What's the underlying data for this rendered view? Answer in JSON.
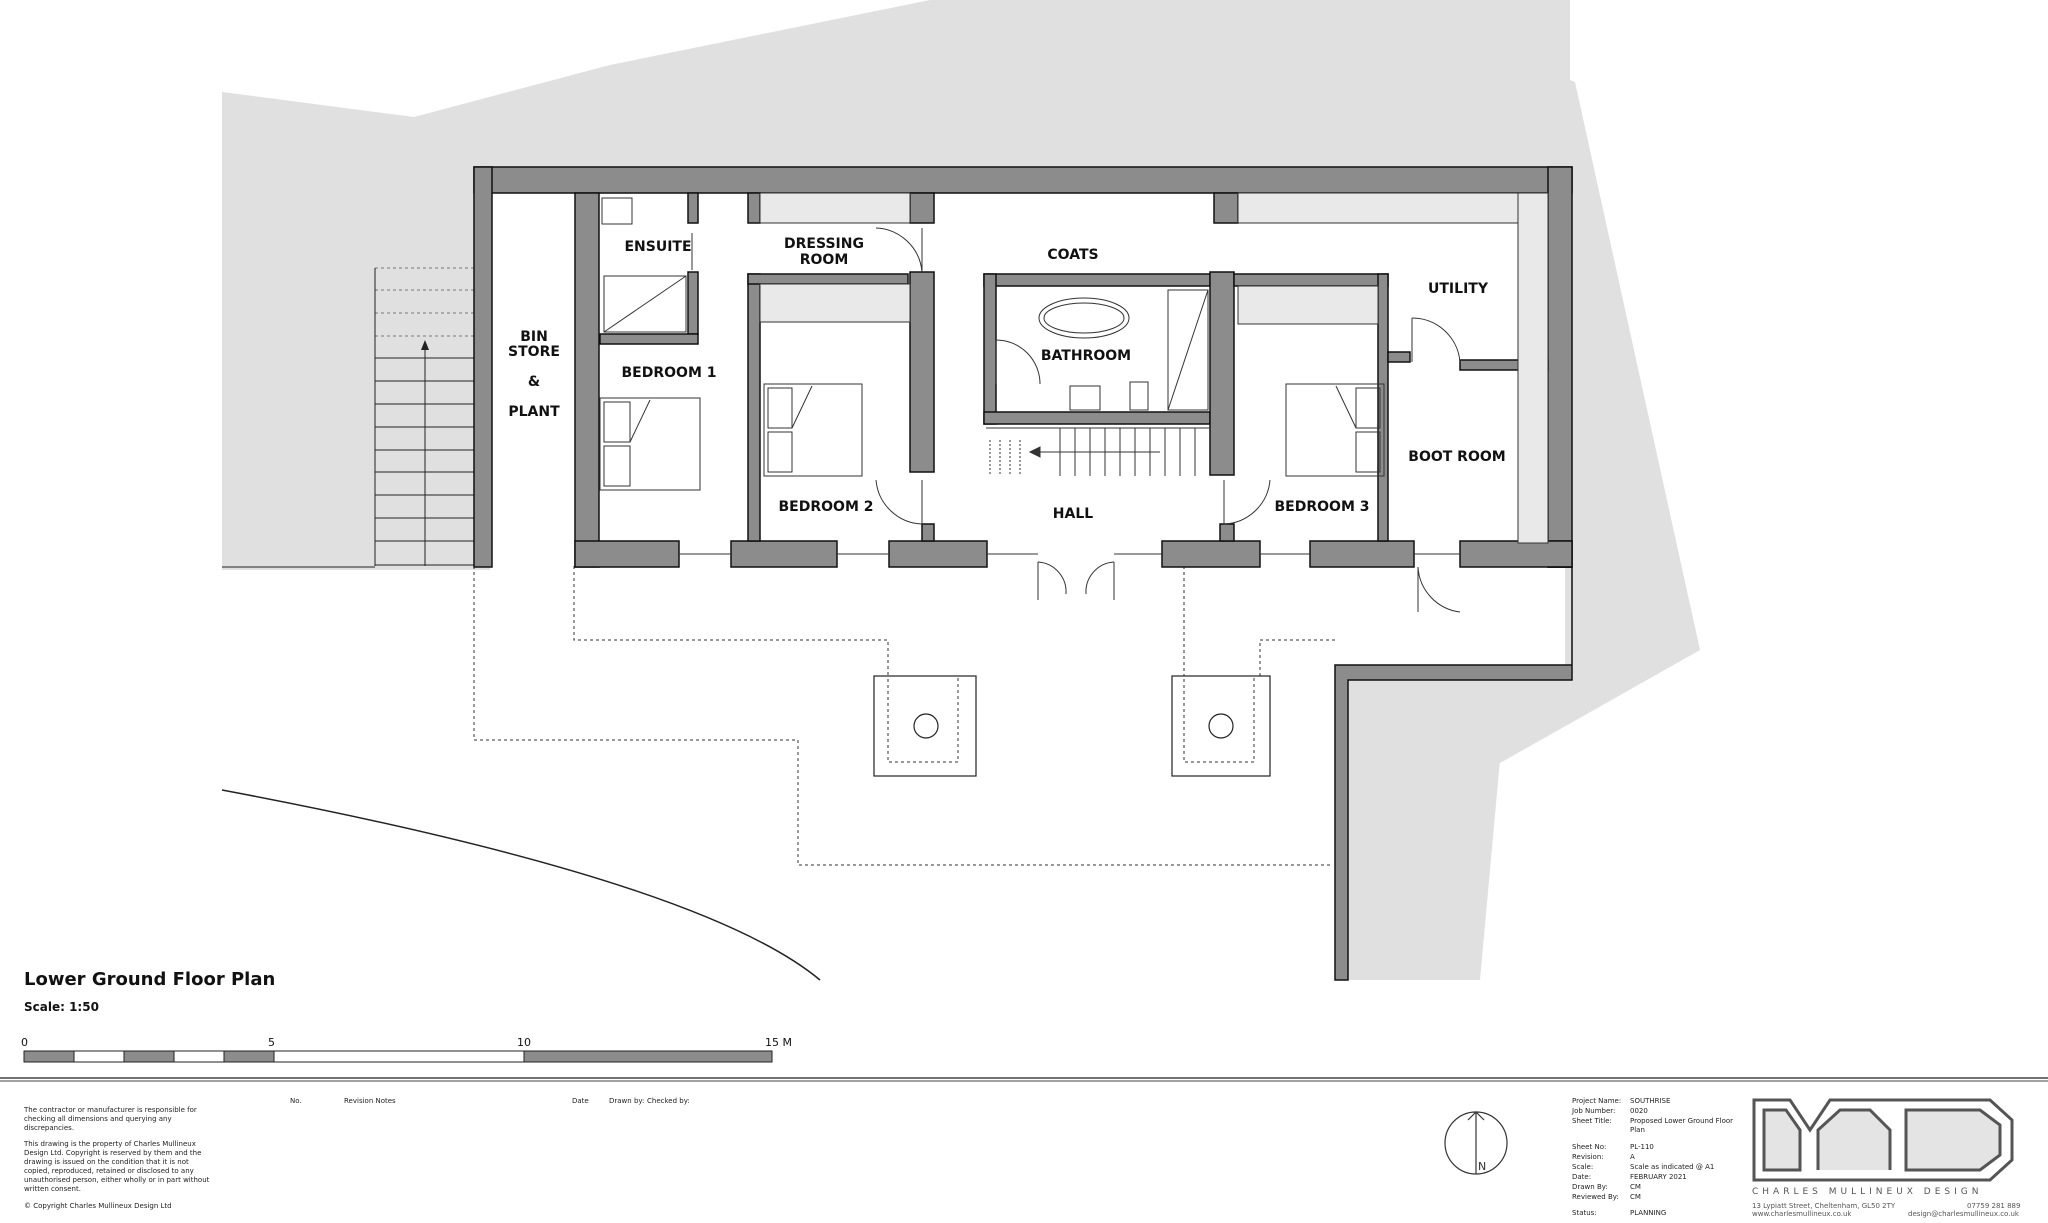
{
  "rooms": {
    "ensuite": "ENSUITE",
    "dressing_1": "DRESSING",
    "dressing_2": "ROOM",
    "coats": "COATS",
    "utility": "UTILITY",
    "bin_1": "BIN",
    "bin_2": "STORE",
    "bin_3": "&",
    "bin_4": "PLANT",
    "bedroom1": "BEDROOM 1",
    "bathroom": "BATHROOM",
    "bedroom2": "BEDROOM 2",
    "hall": "HALL",
    "bedroom3": "BEDROOM 3",
    "boot_room": "BOOT ROOM"
  },
  "plan": {
    "title": "Lower Ground Floor Plan",
    "scale_label": "Scale: 1:50",
    "bar_ticks": [
      "0",
      "5",
      "10",
      "15 M"
    ]
  },
  "notes": {
    "disclaimer_1": "The contractor or manufacturer is responsible for checking all dimensions and querying any discrepancies.",
    "disclaimer_2": "This drawing is the property of Charles Mullineux Design Ltd.  Copyright is reserved by them and the drawing is issued on the condition that it is not copied, reproduced, retained or disclosed to any unauthorised person, either wholly or in part without written consent.",
    "copyright": "© Copyright Charles Mullineux Design Ltd"
  },
  "revisions": {
    "no": "No.",
    "notes": "Revision Notes",
    "date": "Date",
    "drawn_by": "Drawn by:",
    "checked_by": "Checked by:"
  },
  "title_block": {
    "project_name_k": "Project Name:",
    "project_name_v": "SOUTHRISE",
    "job_number_k": "Job Number:",
    "job_number_v": "0020",
    "sheet_title_k": "Sheet Title:",
    "sheet_title_v": "Proposed Lower Ground Floor Plan",
    "sheet_no_k": "Sheet No:",
    "sheet_no_v": "PL-110",
    "revision_k": "Revision:",
    "revision_v": "A",
    "scale_k": "Scale:",
    "scale_v": "Scale as indicated @ A1",
    "date_k": "Date:",
    "date_v": "FEBRUARY 2021",
    "drawn_by_k": "Drawn By:",
    "drawn_by_v": "CM",
    "reviewed_by_k": "Reviewed By:",
    "reviewed_by_v": "CM",
    "status_k": "Status:",
    "status_v": "PLANNING"
  },
  "brand": {
    "name": "CHARLES MULLINEUX DESIGN",
    "address": "13 Lypiatt Street, Cheltenham, GL50 2TY",
    "website": "www.charlesmullineux.co.uk",
    "phone": "07759 281 889",
    "email": "design@charlesmullineux.co.uk"
  },
  "north_label": "N",
  "colors": {
    "wall": "#8c8c8c",
    "ground": "#e0e0e0",
    "line": "#222222"
  }
}
